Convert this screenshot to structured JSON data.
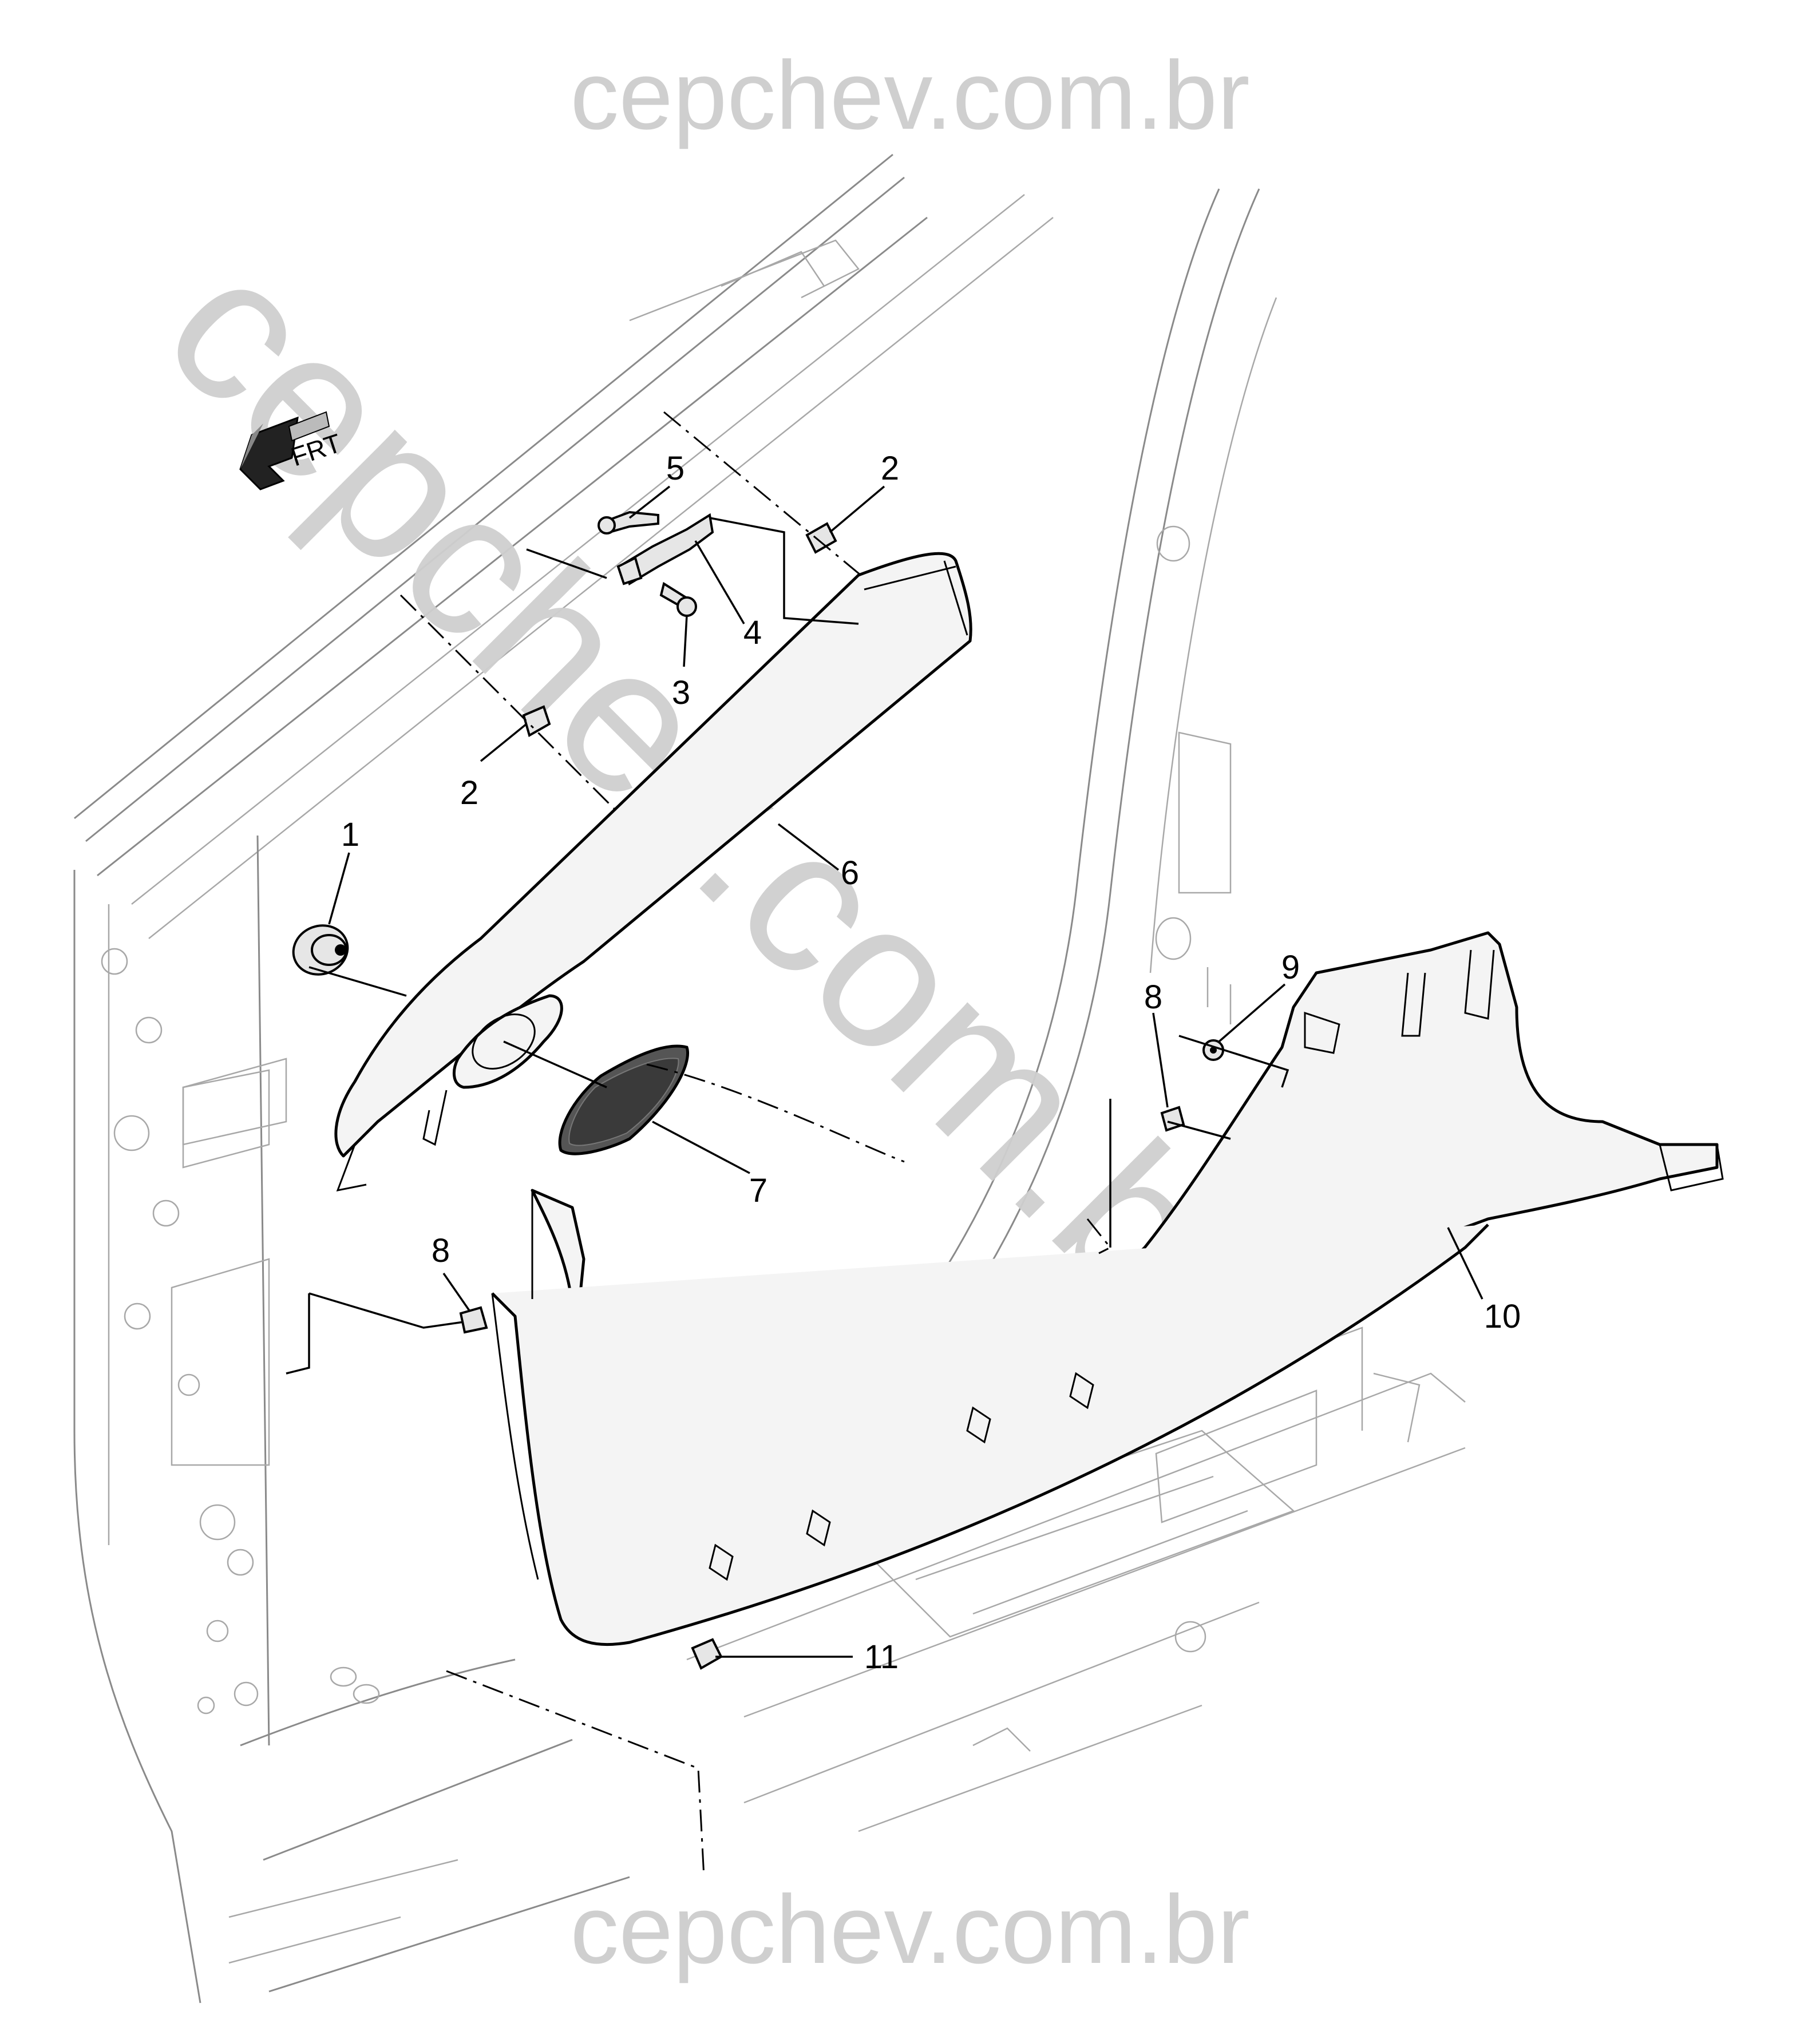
{
  "watermark": {
    "top": "cepchev.com.br",
    "diagonal": "cepchev.com.br",
    "bottom": "cepchev.com.br"
  },
  "orientation_badge": {
    "label": "FRT",
    "icon": "front-direction-arrow-icon"
  },
  "callouts": [
    {
      "id": "1",
      "label": "1"
    },
    {
      "id": "2a",
      "label": "2"
    },
    {
      "id": "2b",
      "label": "2"
    },
    {
      "id": "3",
      "label": "3"
    },
    {
      "id": "4",
      "label": "4"
    },
    {
      "id": "5",
      "label": "5"
    },
    {
      "id": "6",
      "label": "6"
    },
    {
      "id": "7",
      "label": "7"
    },
    {
      "id": "8a",
      "label": "8"
    },
    {
      "id": "8b",
      "label": "8"
    },
    {
      "id": "9",
      "label": "9"
    },
    {
      "id": "10",
      "label": "10"
    },
    {
      "id": "11",
      "label": "11"
    }
  ],
  "colors": {
    "line": "#000000",
    "body_line": "#8a8a8a",
    "watermark": "#cfcfcf",
    "background": "#ffffff"
  }
}
